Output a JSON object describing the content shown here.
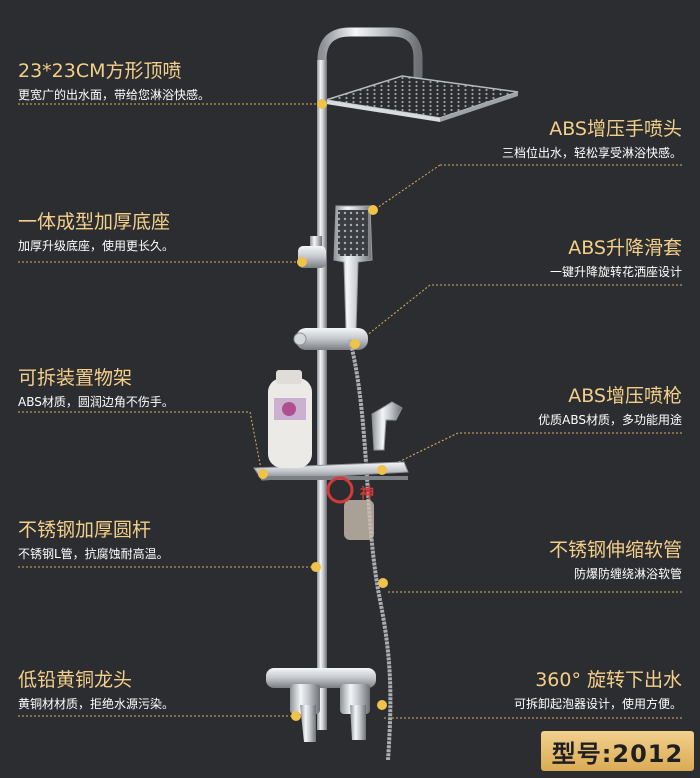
{
  "features_left": [
    {
      "title": "23*23CM方形顶喷",
      "desc": "更宽广的出水面，带给您淋浴快感。"
    },
    {
      "title": "一体成型加厚底座",
      "desc": "加厚升级底座，使用更长久。"
    },
    {
      "title": "可拆装置物架",
      "desc": "ABS材质，圆润边角不伤手。"
    },
    {
      "title": "不锈钢加厚圆杆",
      "desc": "不锈钢L管，抗腐蚀耐高温。"
    },
    {
      "title": "低铅黄铜龙头",
      "desc": "黄铜材材质，拒绝水源污染。"
    }
  ],
  "features_right": [
    {
      "title": "ABS增压手喷头",
      "desc": "三档位出水，轻松享受淋浴快感。"
    },
    {
      "title": "ABS升降滑套",
      "desc": "一键升降旋转花洒座设计"
    },
    {
      "title": "ABS增压喷枪",
      "desc": "优质ABS材质，多功能用途"
    },
    {
      "title": "不锈钢伸缩软管",
      "desc": "防爆防缠绕淋浴软管"
    },
    {
      "title": "360°  旋转下出水",
      "desc": "可拆卸起泡器设计，使用方便。"
    }
  ],
  "model": "型号:2012",
  "watermark": "神",
  "colors": {
    "background": "#2c2d31",
    "title": "#f3d08a",
    "desc": "#ffffff",
    "dot": "#f0c24a",
    "leader": "#d8b15a",
    "badge": "#e6bd6e"
  }
}
